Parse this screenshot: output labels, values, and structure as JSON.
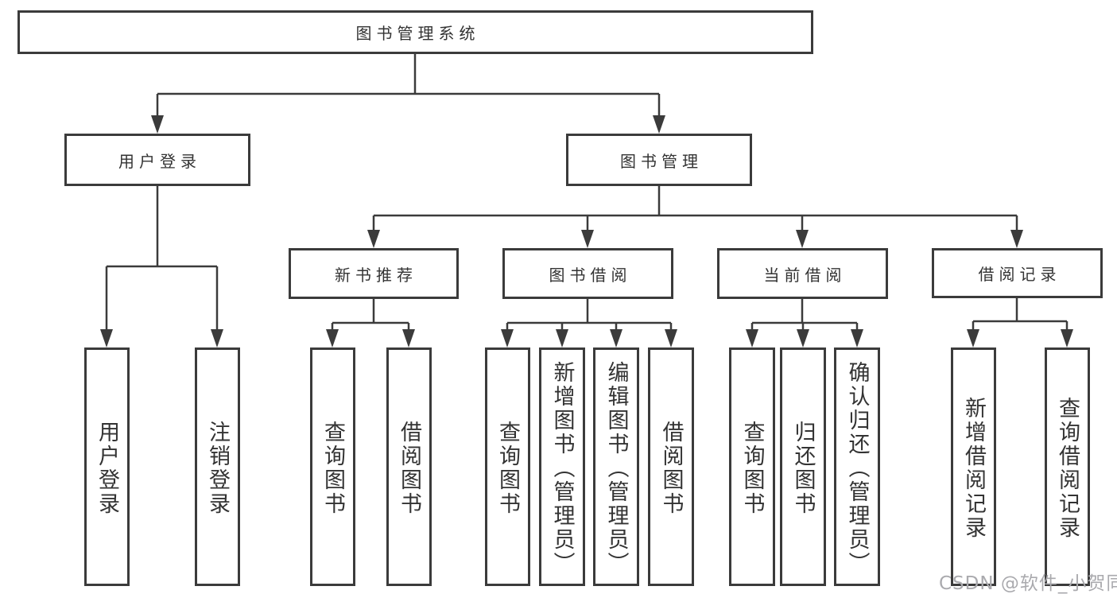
{
  "diagram": {
    "title": "图书管理系统",
    "root": {
      "label": "图书管理系统"
    },
    "level2": {
      "user_login": {
        "label": "用户登录"
      },
      "book_management": {
        "label": "图书管理"
      }
    },
    "level3": {
      "new_book_recommendation": {
        "label": "新书推荐"
      },
      "book_borrowing": {
        "label": "图书借阅"
      },
      "current_borrowing": {
        "label": "当前借阅"
      },
      "borrowing_records": {
        "label": "借阅记录"
      }
    },
    "leaves": {
      "login": [
        "用户登录",
        "注销登录"
      ],
      "new_books": [
        "查询图书",
        "借阅图书"
      ],
      "borrow": [
        "查询图书",
        "新增图书（管理员）",
        "编辑图书（管理员）",
        "借阅图书"
      ],
      "current": [
        "查询图书",
        "归还图书",
        "确认归还（管理员）"
      ],
      "records": [
        "新增借阅记录",
        "查询借阅记录"
      ]
    },
    "colors": {
      "line": "#3b3b3b",
      "text": "#333333",
      "background": "#ffffff",
      "watermark": "#aaaaae"
    }
  },
  "watermark": {
    "text": "CSDN @软件_小贺同学"
  }
}
